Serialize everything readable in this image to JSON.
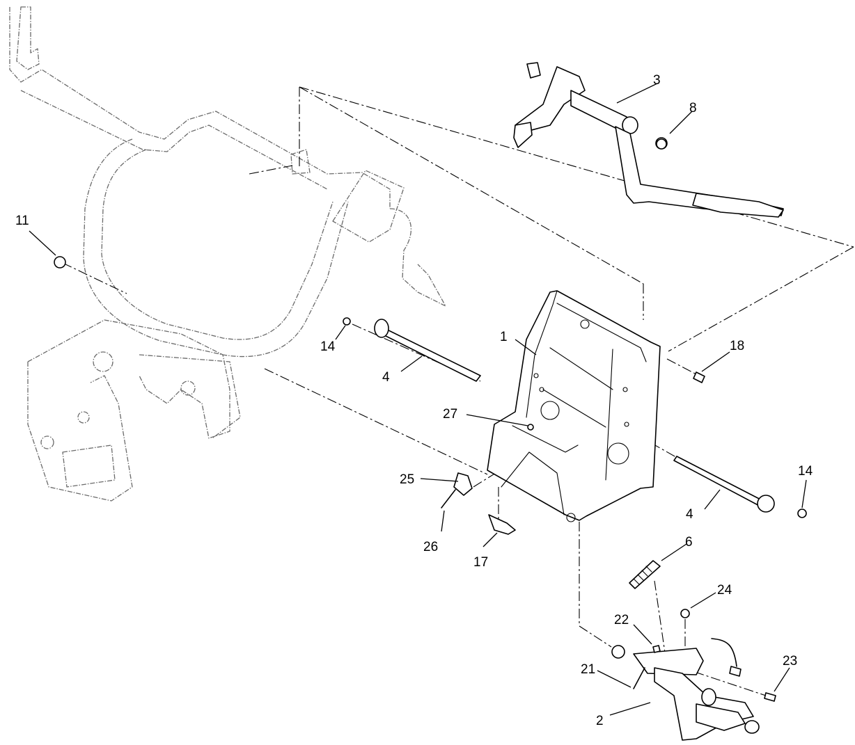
{
  "callouts": {
    "c1": "1",
    "c2": "2",
    "c3": "3",
    "c4a": "4",
    "c4b": "4",
    "c6": "6",
    "c8": "8",
    "c11": "11",
    "c14a": "14",
    "c14b": "14",
    "c17": "17",
    "c18": "18",
    "c21": "21",
    "c22": "22",
    "c23": "23",
    "c24": "24",
    "c25": "25",
    "c26": "26",
    "c27": "27"
  }
}
